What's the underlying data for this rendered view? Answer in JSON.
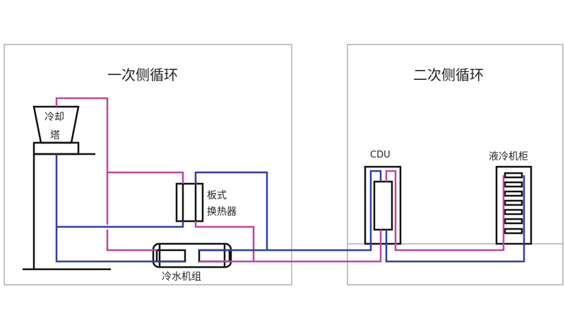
{
  "primary_loop": {
    "title": "一次侧循环",
    "cooling_tower": [
      "冷却",
      "塔"
    ],
    "plate_hx": [
      "板式",
      "换热器"
    ],
    "chiller": "冷水机组"
  },
  "secondary_loop": {
    "title": "二次侧循环",
    "cdu": "CDU",
    "rack": "液冷机柜"
  },
  "colors": {
    "hot": "#c0449f",
    "cold": "#2e3fa6",
    "outline": "#111111",
    "frame": "#8a8a8a"
  }
}
